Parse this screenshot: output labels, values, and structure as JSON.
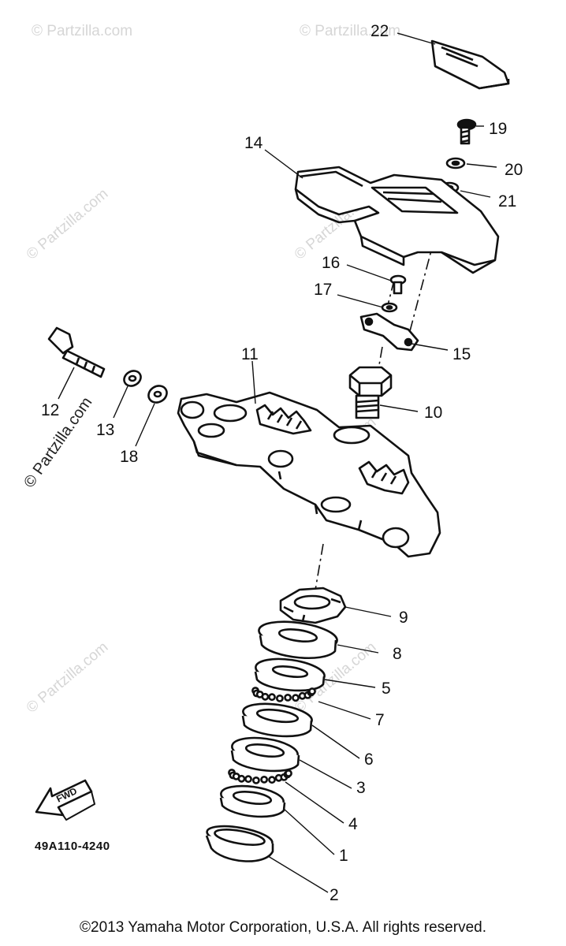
{
  "watermark": "© Partzilla.com",
  "part_code": "49A110-4240",
  "fwd_label": "FWD",
  "copyright": "©2013 Yamaha Motor Corporation, U.S.A. All rights reserved.",
  "callouts": {
    "c1": "1",
    "c2": "2",
    "c3": "3",
    "c4": "4",
    "c5": "5",
    "c6": "6",
    "c7": "7",
    "c8": "8",
    "c9": "9",
    "c10": "10",
    "c11": "11",
    "c12": "12",
    "c13": "13",
    "c14": "14",
    "c15": "15",
    "c16": "16",
    "c17": "17",
    "c18": "18",
    "c19": "19",
    "c20": "20",
    "c21": "21",
    "c22": "22"
  }
}
